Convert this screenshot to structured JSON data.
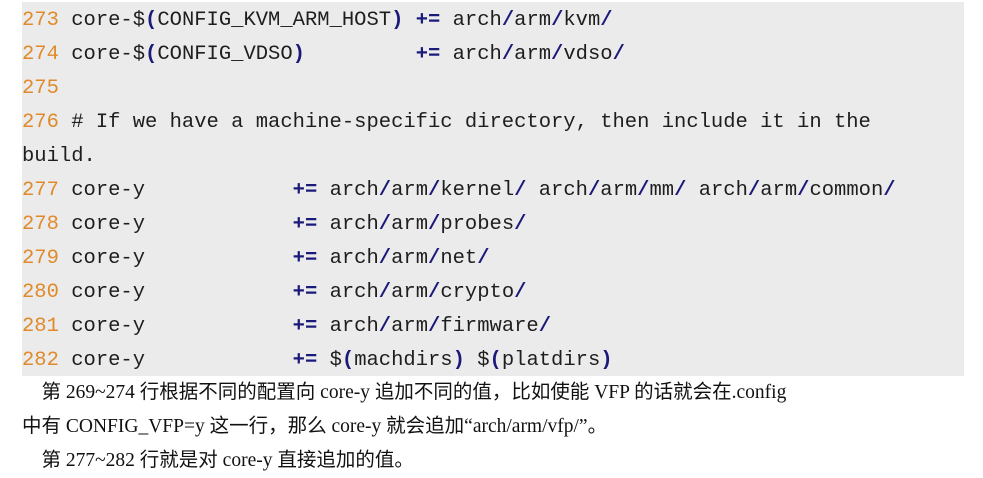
{
  "code": {
    "lines": [
      {
        "num": "273",
        "parts": [
          {
            "t": "core-$",
            "k": "tx"
          },
          {
            "t": "(",
            "k": "op"
          },
          {
            "t": "CONFIG_KVM_ARM_HOST",
            "k": "tx"
          },
          {
            "t": ")",
            "k": "op"
          },
          {
            "t": " ",
            "k": "tx"
          },
          {
            "t": "+=",
            "k": "op"
          },
          {
            "t": " arch",
            "k": "tx"
          },
          {
            "t": "/",
            "k": "op"
          },
          {
            "t": "arm",
            "k": "tx"
          },
          {
            "t": "/",
            "k": "op"
          },
          {
            "t": "kvm",
            "k": "tx"
          },
          {
            "t": "/",
            "k": "op"
          }
        ]
      },
      {
        "num": "274",
        "parts": [
          {
            "t": "core-$",
            "k": "tx"
          },
          {
            "t": "(",
            "k": "op"
          },
          {
            "t": "CONFIG_VDSO",
            "k": "tx"
          },
          {
            "t": ")",
            "k": "op"
          },
          {
            "t": "         ",
            "k": "tx"
          },
          {
            "t": "+=",
            "k": "op"
          },
          {
            "t": " arch",
            "k": "tx"
          },
          {
            "t": "/",
            "k": "op"
          },
          {
            "t": "arm",
            "k": "tx"
          },
          {
            "t": "/",
            "k": "op"
          },
          {
            "t": "vdso",
            "k": "tx"
          },
          {
            "t": "/",
            "k": "op"
          }
        ]
      },
      {
        "num": "275",
        "parts": []
      },
      {
        "num": "276",
        "parts": [
          {
            "t": "# If we have a machine-specific directory, then include it in the",
            "k": "cm"
          }
        ]
      },
      {
        "num": "",
        "parts": [
          {
            "t": "build.",
            "k": "cm"
          }
        ],
        "continuation": true
      },
      {
        "num": "277",
        "parts": [
          {
            "t": "core-y",
            "k": "tx"
          },
          {
            "t": "            ",
            "k": "tx"
          },
          {
            "t": "+=",
            "k": "op"
          },
          {
            "t": " arch",
            "k": "tx"
          },
          {
            "t": "/",
            "k": "op"
          },
          {
            "t": "arm",
            "k": "tx"
          },
          {
            "t": "/",
            "k": "op"
          },
          {
            "t": "kernel",
            "k": "tx"
          },
          {
            "t": "/",
            "k": "op"
          },
          {
            "t": " arch",
            "k": "tx"
          },
          {
            "t": "/",
            "k": "op"
          },
          {
            "t": "arm",
            "k": "tx"
          },
          {
            "t": "/",
            "k": "op"
          },
          {
            "t": "mm",
            "k": "tx"
          },
          {
            "t": "/",
            "k": "op"
          },
          {
            "t": " arch",
            "k": "tx"
          },
          {
            "t": "/",
            "k": "op"
          },
          {
            "t": "arm",
            "k": "tx"
          },
          {
            "t": "/",
            "k": "op"
          },
          {
            "t": "common",
            "k": "tx"
          },
          {
            "t": "/",
            "k": "op"
          }
        ]
      },
      {
        "num": "278",
        "parts": [
          {
            "t": "core-y",
            "k": "tx"
          },
          {
            "t": "            ",
            "k": "tx"
          },
          {
            "t": "+=",
            "k": "op"
          },
          {
            "t": " arch",
            "k": "tx"
          },
          {
            "t": "/",
            "k": "op"
          },
          {
            "t": "arm",
            "k": "tx"
          },
          {
            "t": "/",
            "k": "op"
          },
          {
            "t": "probes",
            "k": "tx"
          },
          {
            "t": "/",
            "k": "op"
          }
        ]
      },
      {
        "num": "279",
        "parts": [
          {
            "t": "core-y",
            "k": "tx"
          },
          {
            "t": "            ",
            "k": "tx"
          },
          {
            "t": "+=",
            "k": "op"
          },
          {
            "t": " arch",
            "k": "tx"
          },
          {
            "t": "/",
            "k": "op"
          },
          {
            "t": "arm",
            "k": "tx"
          },
          {
            "t": "/",
            "k": "op"
          },
          {
            "t": "net",
            "k": "tx"
          },
          {
            "t": "/",
            "k": "op"
          }
        ]
      },
      {
        "num": "280",
        "parts": [
          {
            "t": "core-y",
            "k": "tx"
          },
          {
            "t": "            ",
            "k": "tx"
          },
          {
            "t": "+=",
            "k": "op"
          },
          {
            "t": " arch",
            "k": "tx"
          },
          {
            "t": "/",
            "k": "op"
          },
          {
            "t": "arm",
            "k": "tx"
          },
          {
            "t": "/",
            "k": "op"
          },
          {
            "t": "crypto",
            "k": "tx"
          },
          {
            "t": "/",
            "k": "op"
          }
        ]
      },
      {
        "num": "281",
        "parts": [
          {
            "t": "core-y",
            "k": "tx"
          },
          {
            "t": "            ",
            "k": "tx"
          },
          {
            "t": "+=",
            "k": "op"
          },
          {
            "t": " arch",
            "k": "tx"
          },
          {
            "t": "/",
            "k": "op"
          },
          {
            "t": "arm",
            "k": "tx"
          },
          {
            "t": "/",
            "k": "op"
          },
          {
            "t": "firmware",
            "k": "tx"
          },
          {
            "t": "/",
            "k": "op"
          }
        ]
      },
      {
        "num": "282",
        "parts": [
          {
            "t": "core-y",
            "k": "tx"
          },
          {
            "t": "            ",
            "k": "tx"
          },
          {
            "t": "+=",
            "k": "op"
          },
          {
            "t": " $",
            "k": "tx"
          },
          {
            "t": "(",
            "k": "op"
          },
          {
            "t": "machdirs",
            "k": "tx"
          },
          {
            "t": ")",
            "k": "op"
          },
          {
            "t": " $",
            "k": "tx"
          },
          {
            "t": "(",
            "k": "op"
          },
          {
            "t": "platdirs",
            "k": "tx"
          },
          {
            "t": ")",
            "k": "op"
          }
        ]
      }
    ]
  },
  "prose": {
    "para1_line1": "    第 269~274 行根据不同的配置向 core-y 追加不同的值，比如使能 VFP 的话就会在.config",
    "para1_line2": "中有 CONFIG_VFP=y 这一行，那么 core-y 就会追加“arch/arm/vfp/”。",
    "para2_line1": "    第 277~282 行就是对 core-y 直接追加的值。"
  },
  "colors": {
    "code_background": "#ebebeb",
    "line_number": "#e08a2a",
    "operator": "#1a1a7a",
    "text": "#1e1e1e"
  }
}
